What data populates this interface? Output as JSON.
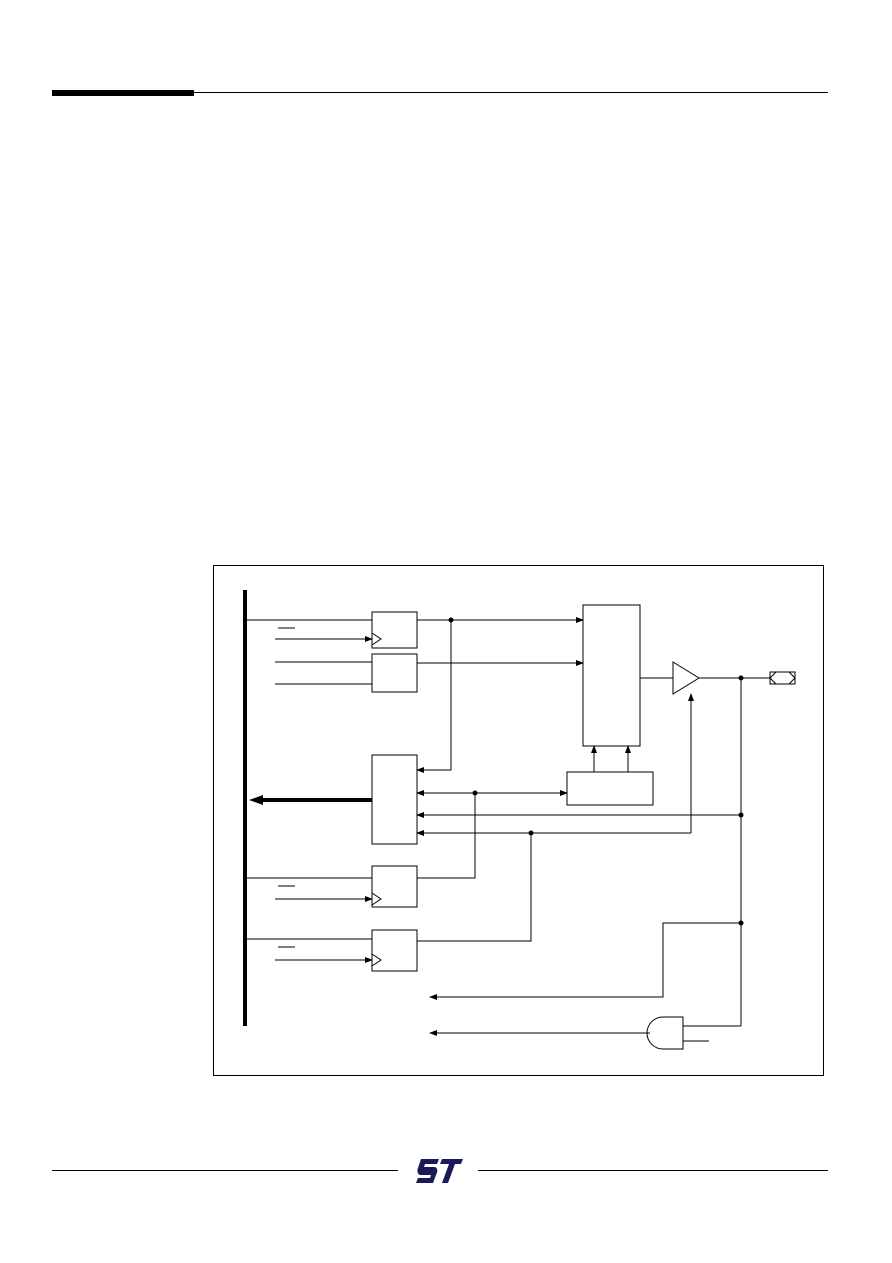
{
  "header": {
    "accent_color": "#000000"
  },
  "footer": {
    "logo": "st-logo"
  },
  "figure": {
    "type": "block-diagram",
    "blocks": [
      "latch-1",
      "latch-2",
      "mux",
      "multiplexer",
      "sub-block",
      "latch-3",
      "latch-4"
    ],
    "components": [
      "output-buffer",
      "and-gate",
      "pin-pad",
      "data-bus"
    ],
    "line_color": "#000000"
  }
}
